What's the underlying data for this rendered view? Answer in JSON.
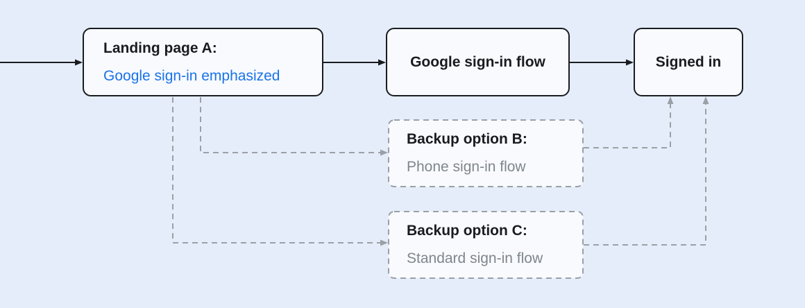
{
  "diagram": {
    "nodes": {
      "landing_a": {
        "title": "Landing page A:",
        "subtitle": "Google sign-in emphasized"
      },
      "google_flow": {
        "label": "Google sign-in flow"
      },
      "signed_in": {
        "label": "Signed in"
      },
      "backup_b": {
        "title": "Backup option B:",
        "subtitle": "Phone sign-in flow"
      },
      "backup_c": {
        "title": "Backup option C:",
        "subtitle": "Standard sign-in flow"
      }
    },
    "edges": [
      {
        "from": "start",
        "to": "landing_a",
        "style": "solid"
      },
      {
        "from": "landing_a",
        "to": "google_flow",
        "style": "solid"
      },
      {
        "from": "google_flow",
        "to": "signed_in",
        "style": "solid"
      },
      {
        "from": "landing_a",
        "to": "backup_b",
        "style": "dashed"
      },
      {
        "from": "landing_a",
        "to": "backup_c",
        "style": "dashed"
      },
      {
        "from": "backup_b",
        "to": "signed_in",
        "style": "dashed"
      },
      {
        "from": "backup_c",
        "to": "signed_in",
        "style": "dashed"
      }
    ],
    "colors": {
      "background": "#e6edfa",
      "node_fill": "#f8fafd",
      "solid_stroke": "#191c1f",
      "dashed_stroke": "#9aa0a6",
      "accent_blue": "#1a73e8",
      "muted_text": "#80868b"
    }
  }
}
